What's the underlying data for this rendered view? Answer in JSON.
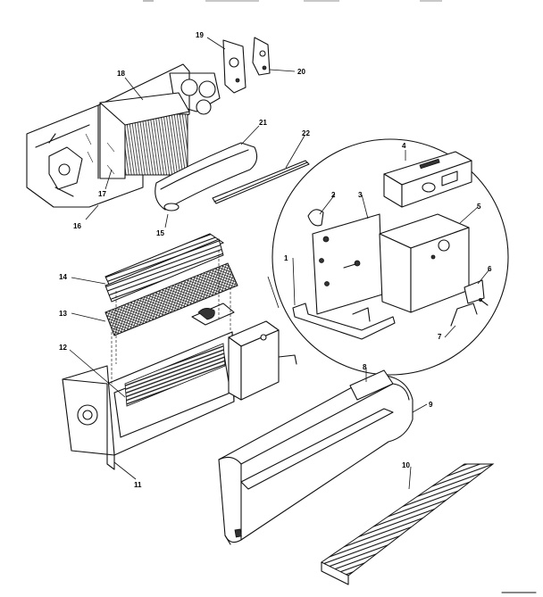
{
  "diagram": {
    "callouts": [
      {
        "id": "1",
        "label": "1"
      },
      {
        "id": "2",
        "label": "2"
      },
      {
        "id": "3",
        "label": "3"
      },
      {
        "id": "4",
        "label": "4"
      },
      {
        "id": "5",
        "label": "5"
      },
      {
        "id": "6",
        "label": "6"
      },
      {
        "id": "7",
        "label": "7"
      },
      {
        "id": "8",
        "label": "8"
      },
      {
        "id": "9",
        "label": "9"
      },
      {
        "id": "10",
        "label": "10"
      },
      {
        "id": "11",
        "label": "11"
      },
      {
        "id": "12",
        "label": "12"
      },
      {
        "id": "13",
        "label": "13"
      },
      {
        "id": "14",
        "label": "14"
      },
      {
        "id": "15",
        "label": "15"
      },
      {
        "id": "16",
        "label": "16"
      },
      {
        "id": "17",
        "label": "17"
      },
      {
        "id": "18",
        "label": "18"
      },
      {
        "id": "19",
        "label": "19"
      },
      {
        "id": "20",
        "label": "20"
      },
      {
        "id": "21",
        "label": "21"
      },
      {
        "id": "22",
        "label": "22"
      }
    ]
  }
}
